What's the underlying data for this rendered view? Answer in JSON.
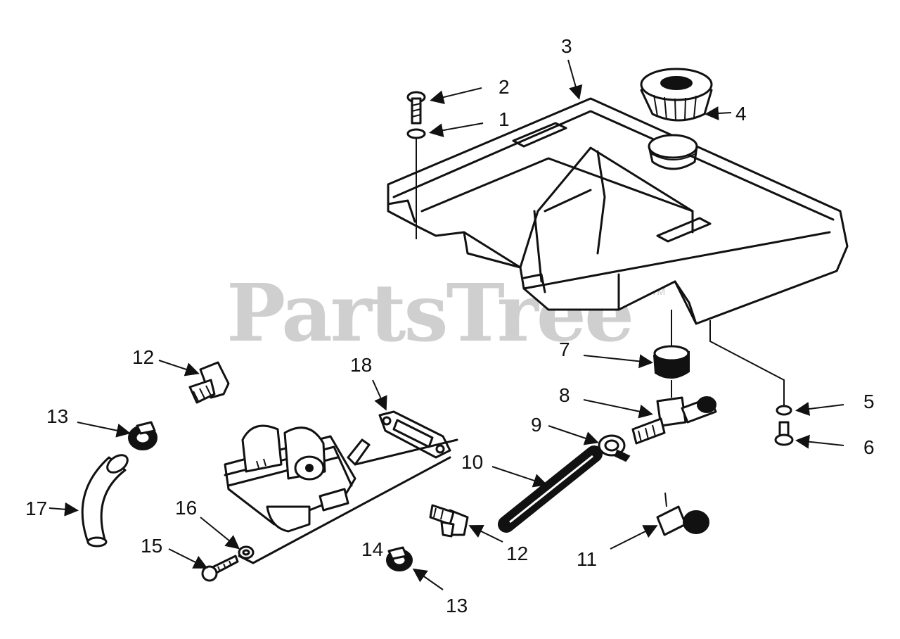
{
  "watermark": {
    "text": "PartsTree",
    "trademark": "TM"
  },
  "callouts": {
    "c1": "1",
    "c2": "2",
    "c3": "3",
    "c4": "4",
    "c5": "5",
    "c6": "6",
    "c7": "7",
    "c8": "8",
    "c9": "9",
    "c10": "10",
    "c11": "11",
    "c12a": "12",
    "c12b": "12",
    "c13a": "13",
    "c13b": "13",
    "c14": "14",
    "c15": "15",
    "c16": "16",
    "c17": "17",
    "c18": "18"
  },
  "colors": {
    "ink": "#111111",
    "watermark": "#cfcfcf",
    "background": "#ffffff"
  }
}
